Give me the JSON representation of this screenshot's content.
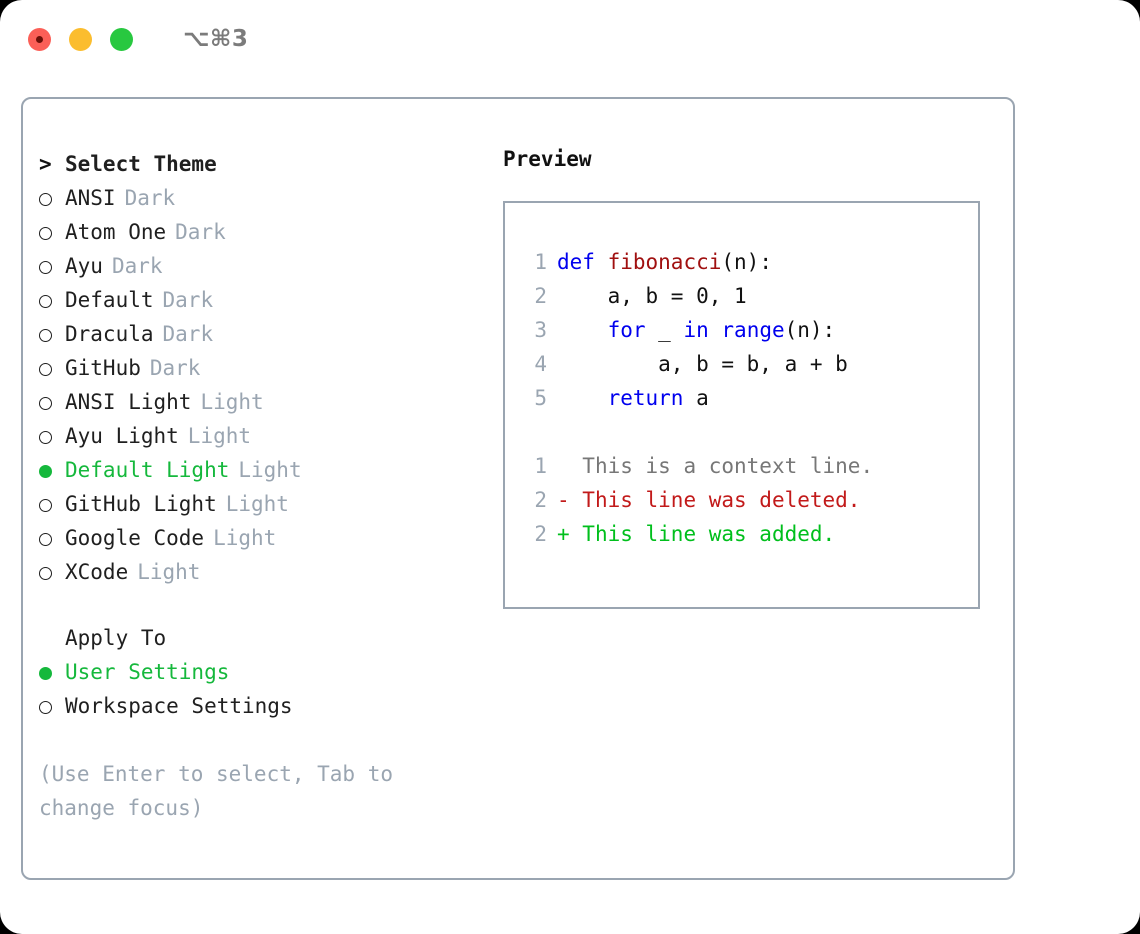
{
  "window": {
    "shortcut": "⌥⌘3",
    "traffic_lights": [
      "close",
      "minimize",
      "maximize"
    ],
    "accent_green": "#15b83c",
    "border_color": "#9aa5b1",
    "muted_color": "#9aa5b1"
  },
  "theme_picker": {
    "heading_marker": ">",
    "heading": "Select Theme",
    "items": [
      {
        "marker": "o",
        "label": "ANSI",
        "tag": "Dark",
        "selected": false
      },
      {
        "marker": "o",
        "label": "Atom One",
        "tag": "Dark",
        "selected": false
      },
      {
        "marker": "o",
        "label": "Ayu",
        "tag": "Dark",
        "selected": false
      },
      {
        "marker": "o",
        "label": "Default",
        "tag": "Dark",
        "selected": false
      },
      {
        "marker": "o",
        "label": "Dracula",
        "tag": "Dark",
        "selected": false
      },
      {
        "marker": "o",
        "label": "GitHub",
        "tag": "Dark",
        "selected": false
      },
      {
        "marker": "o",
        "label": "ANSI Light",
        "tag": "Light",
        "selected": false
      },
      {
        "marker": "o",
        "label": "Ayu Light",
        "tag": "Light",
        "selected": false
      },
      {
        "marker": "●",
        "label": "Default Light",
        "tag": "Light",
        "selected": true
      },
      {
        "marker": "o",
        "label": "GitHub Light",
        "tag": "Light",
        "selected": false
      },
      {
        "marker": "o",
        "label": "Google Code",
        "tag": "Light",
        "selected": false
      },
      {
        "marker": "o",
        "label": "XCode",
        "tag": "Light",
        "selected": false
      }
    ]
  },
  "apply_to": {
    "title": "Apply To",
    "options": [
      {
        "label": "User Settings",
        "selected": true
      },
      {
        "label": "Workspace Settings",
        "selected": false
      }
    ]
  },
  "hint": "(Use Enter to select, Tab to change focus)",
  "preview": {
    "title": "Preview",
    "code_lines": [
      {
        "no": "1",
        "tokens": [
          {
            "t": "def",
            "c": "kw"
          },
          {
            "t": " ",
            "c": "plain"
          },
          {
            "t": "fibonacci",
            "c": "fn"
          },
          {
            "t": "(n):",
            "c": "plain"
          }
        ]
      },
      {
        "no": "2",
        "tokens": [
          {
            "t": "    a, b = 0, 1",
            "c": "plain"
          }
        ]
      },
      {
        "no": "3",
        "tokens": [
          {
            "t": "    ",
            "c": "plain"
          },
          {
            "t": "for",
            "c": "kw"
          },
          {
            "t": " _ ",
            "c": "plain"
          },
          {
            "t": "in",
            "c": "kw"
          },
          {
            "t": " ",
            "c": "plain"
          },
          {
            "t": "range",
            "c": "kw"
          },
          {
            "t": "(n):",
            "c": "plain"
          }
        ]
      },
      {
        "no": "4",
        "tokens": [
          {
            "t": "        a, b = b, a + b",
            "c": "plain"
          }
        ]
      },
      {
        "no": "5",
        "tokens": [
          {
            "t": "    ",
            "c": "plain"
          },
          {
            "t": "return",
            "c": "kw"
          },
          {
            "t": " a",
            "c": "plain"
          }
        ]
      }
    ],
    "diff_lines": [
      {
        "no": "1",
        "sign": " ",
        "text": " This is a context line.",
        "kind": "context"
      },
      {
        "no": "2",
        "sign": "-",
        "text": " This line was deleted.",
        "kind": "deleted"
      },
      {
        "no": "2",
        "sign": "+",
        "text": " This line was added.",
        "kind": "added"
      }
    ]
  }
}
